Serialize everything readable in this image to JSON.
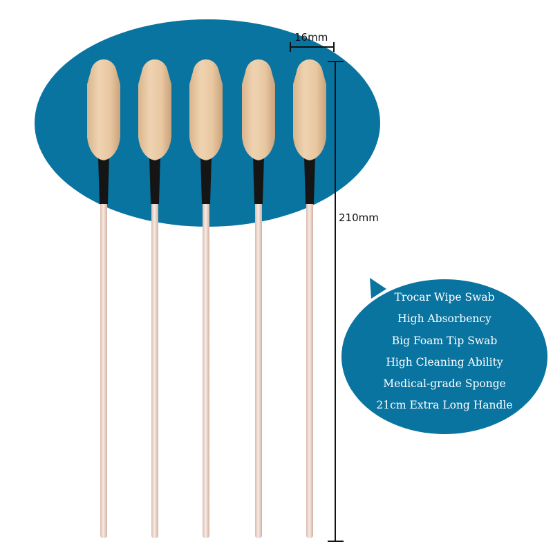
{
  "dimensions": {
    "width": "16mm",
    "length": "210mm"
  },
  "features": [
    "Trocar Wipe Swab",
    "High Absorbency",
    "Big Foam Tip Swab",
    "High Cleaning Ability",
    "Medical-grade Sponge",
    "21cm Extra Long Handle"
  ],
  "swab_count": 5,
  "colors": {
    "backdrop": "#0a74a1",
    "foam_tip": "#e7c9a5",
    "handle": "#f1e0d6",
    "collar": "#151515",
    "text_on_blue": "#ffffff"
  }
}
